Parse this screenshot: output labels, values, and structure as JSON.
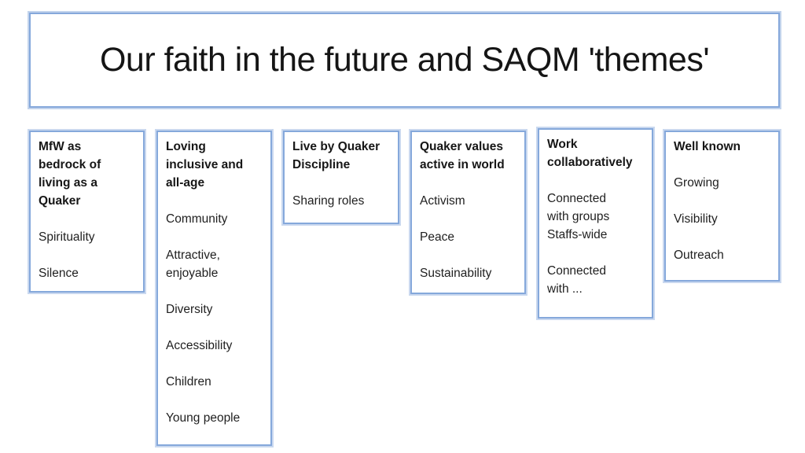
{
  "title": "Our faith in the future and SAQM 'themes'",
  "colors": {
    "background": "#ffffff",
    "box_border": "#85a8db",
    "box_border_halo": "#c9d8ef",
    "text": "#1c1c1c"
  },
  "themes": [
    {
      "heading": "MfW as\nbedrock of\nliving as a\nQuaker",
      "items": [
        "Spirituality",
        "Silence"
      ]
    },
    {
      "heading": "Loving\ninclusive and\nall-age",
      "items": [
        "Community",
        "Attractive,\nenjoyable",
        "Diversity",
        "Accessibility",
        "Children",
        "Young people"
      ]
    },
    {
      "heading": "Live by Quaker\nDiscipline",
      "items": [
        "Sharing roles"
      ]
    },
    {
      "heading": "Quaker values\nactive in world",
      "items": [
        "Activism",
        "Peace",
        "Sustainability"
      ]
    },
    {
      "heading": "Work\ncollaboratively",
      "items": [
        "Connected\nwith groups\nStaffs-wide",
        "Connected\nwith ..."
      ]
    },
    {
      "heading": "Well known",
      "items": [
        "Growing",
        "Visibility",
        "Outreach"
      ]
    }
  ]
}
